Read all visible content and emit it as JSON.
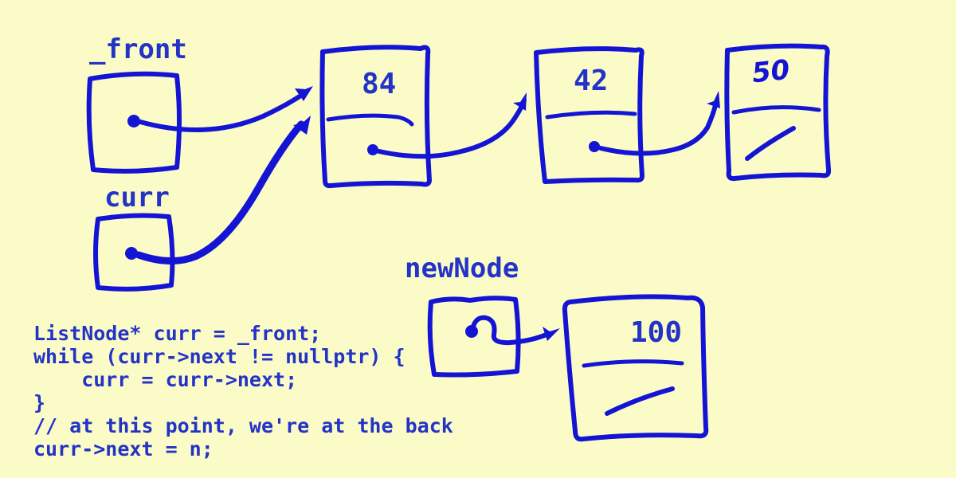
{
  "board": {
    "background": "#fbfbc7",
    "ink_color": "#1414d4",
    "text_color": "#2333c6"
  },
  "pointers": [
    {
      "label": "_front",
      "points_to": "84"
    },
    {
      "label": "curr",
      "points_to": "84"
    },
    {
      "label": "newNode",
      "points_to": "100"
    }
  ],
  "nodes": [
    {
      "value": "84",
      "next": "42"
    },
    {
      "value": "42",
      "next": "50"
    },
    {
      "value": "50",
      "next": "nullptr"
    },
    {
      "value": "100",
      "next": "nullptr"
    }
  ],
  "code": {
    "lines": [
      "ListNode* curr = _front;",
      "while (curr->next != nullptr) {",
      "    curr = curr->next;",
      "}",
      "// at this point, we're at the back",
      "curr->next = n;"
    ]
  }
}
